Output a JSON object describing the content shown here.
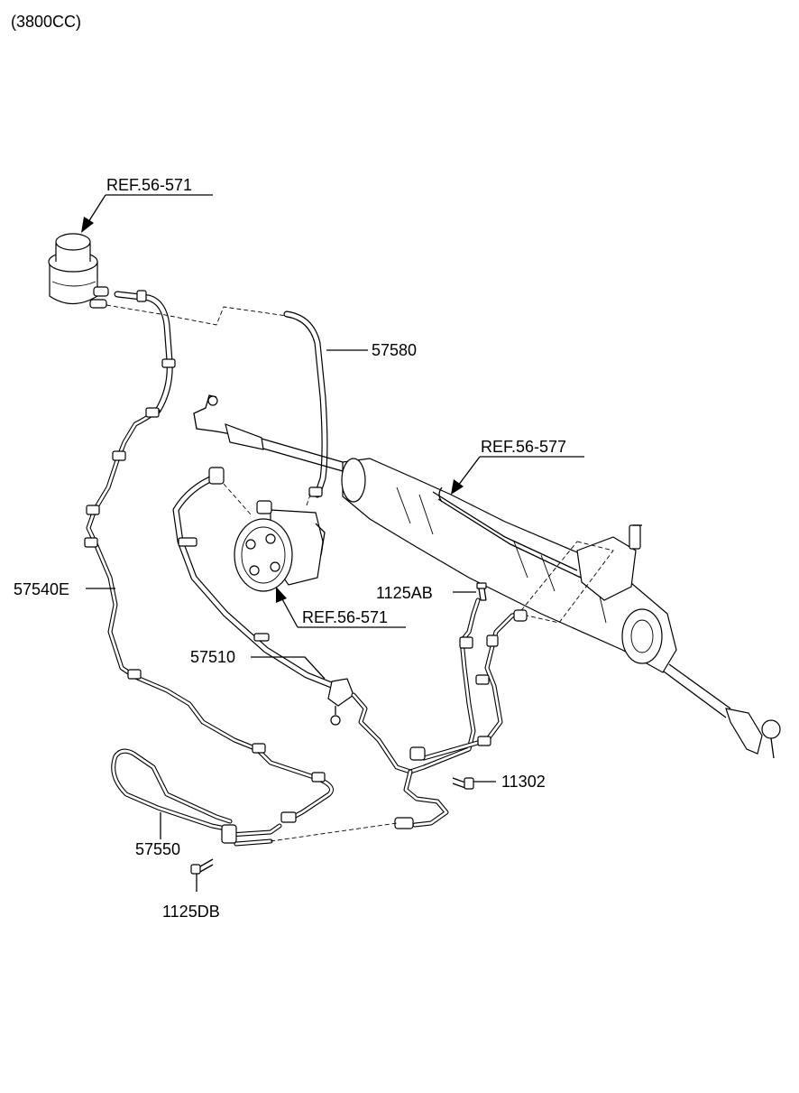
{
  "engine_label": "(3800CC)",
  "callouts": {
    "ref_reservoir": "REF.56-571",
    "hose_57580": "57580",
    "ref_gear": "REF.56-577",
    "bolt_1125AB": "1125AB",
    "hose_57540E": "57540E",
    "ref_pump": "REF.56-571",
    "hose_57510": "57510",
    "bolt_11302": "11302",
    "cooler_57550": "57550",
    "bolt_1125DB": "1125DB"
  }
}
